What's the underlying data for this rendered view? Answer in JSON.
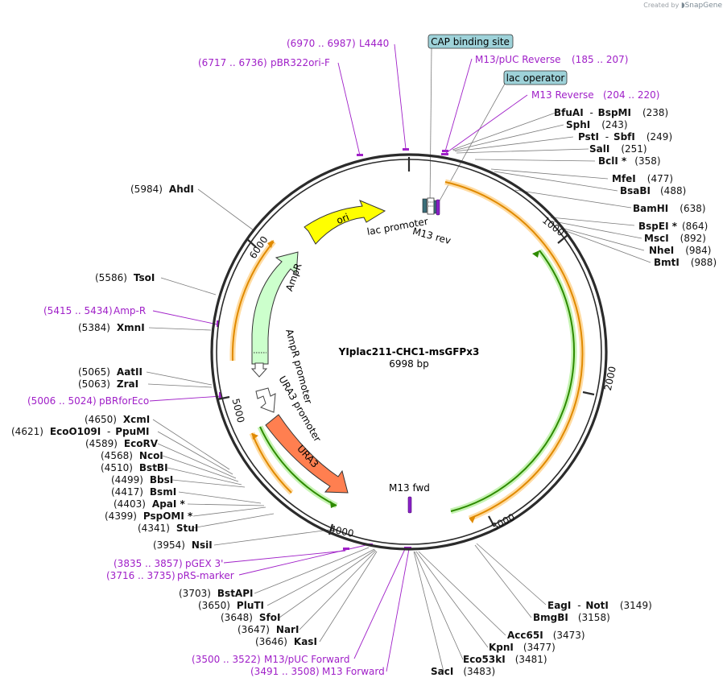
{
  "credit": {
    "prefix": "Created by",
    "brand": "SnapGene"
  },
  "plasmid": {
    "name": "YIplac211-CHC1-msGFPx3",
    "length": "6998 bp"
  },
  "ticks": [
    "1000",
    "2000",
    "3000",
    "4000",
    "5000",
    "6000"
  ],
  "features": {
    "ori": "ori",
    "ampr": "AmpR",
    "ura3": "URA3",
    "ampr_promoter": "AmpR promoter",
    "ura3_promoter": "URA3 promoter",
    "lac_promoter": "lac promoter",
    "m13_rev": "M13 rev",
    "m13_fwd": "M13 fwd"
  },
  "boxed_labels": {
    "cap": "CAP binding site",
    "lacop": "lac operator"
  },
  "primers": {
    "l4440": {
      "range": "(6970 .. 6987)",
      "name": "L4440"
    },
    "pbr322": {
      "range": "(6717 .. 6736)",
      "name": "pBR322ori-F"
    },
    "m13puc_rev": {
      "name": "M13/pUC Reverse",
      "range": "(185 .. 207)"
    },
    "m13_reverse": {
      "name": "M13 Reverse",
      "range": "(204 .. 220)"
    },
    "ampr": {
      "range": "(5415 .. 5434)",
      "name": "Amp-R"
    },
    "pbrforeco": {
      "range": "(5006 .. 5024)",
      "name": "pBRforEco"
    },
    "pgex3": {
      "range": "(3835 .. 3857)",
      "name": "pGEX 3'"
    },
    "prs": {
      "range": "(3716 .. 3735)",
      "name": "pRS-marker"
    },
    "m13puc_fwd": {
      "range": "(3500 .. 3522)",
      "name": "M13/pUC Forward"
    },
    "m13_forward": {
      "range": "(3491 .. 3508)",
      "name": "M13 Forward"
    }
  },
  "sites_right": [
    {
      "name": "BfuAI",
      "sep": "-",
      "name2": "BspMI",
      "pos": "(238)"
    },
    {
      "name": "SphI",
      "pos": "(243)"
    },
    {
      "name": "PstI",
      "sep": "-",
      "name2": "SbfI",
      "pos": "(249)"
    },
    {
      "name": "SalI",
      "pos": "(251)"
    },
    {
      "name": "BclI *",
      "pos": "(358)"
    },
    {
      "name": "MfeI",
      "pos": "(477)"
    },
    {
      "name": "BsaBI",
      "pos": "(488)"
    },
    {
      "name": "BamHI",
      "pos": "(638)"
    },
    {
      "name": "BspEI *",
      "pos": "(864)"
    },
    {
      "name": "MscI",
      "pos": "(892)"
    },
    {
      "name": "NheI",
      "pos": "(984)"
    },
    {
      "name": "BmtI",
      "pos": "(988)"
    }
  ],
  "sites_left_top": [
    {
      "pos": "(5984)",
      "name": "AhdI"
    },
    {
      "pos": "(5586)",
      "name": "TsoI"
    },
    {
      "pos": "(5384)",
      "name": "XmnI"
    },
    {
      "pos": "(5065)",
      "name": "AatII"
    },
    {
      "pos": "(5063)",
      "name": "ZraI"
    }
  ],
  "sites_left": [
    {
      "pos": "(4650)",
      "name": "XcmI"
    },
    {
      "pos": "(4621)",
      "name": "EcoO109I",
      "sep": "-",
      "name2": "PpuMI"
    },
    {
      "pos": "(4589)",
      "name": "EcoRV"
    },
    {
      "pos": "(4568)",
      "name": "NcoI"
    },
    {
      "pos": "(4510)",
      "name": "BstBI"
    },
    {
      "pos": "(4499)",
      "name": "BbsI"
    },
    {
      "pos": "(4417)",
      "name": "BsmI"
    },
    {
      "pos": "(4403)",
      "name": "ApaI *"
    },
    {
      "pos": "(4399)",
      "name": "PspOMI *"
    },
    {
      "pos": "(4341)",
      "name": "StuI"
    },
    {
      "pos": "(3954)",
      "name": "NsiI"
    }
  ],
  "sites_bottom_left": [
    {
      "pos": "(3703)",
      "name": "BstAPI"
    },
    {
      "pos": "(3650)",
      "name": "PluTI"
    },
    {
      "pos": "(3648)",
      "name": "SfoI"
    },
    {
      "pos": "(3647)",
      "name": "NarI"
    },
    {
      "pos": "(3646)",
      "name": "KasI"
    }
  ],
  "sites_bottom_right": [
    {
      "name": "EagI",
      "sep": "-",
      "name2": "NotI",
      "pos": "(3149)"
    },
    {
      "name": "BmgBI",
      "pos": "(3158)"
    },
    {
      "name": "Acc65I",
      "pos": "(3473)"
    },
    {
      "name": "KpnI",
      "pos": "(3477)"
    },
    {
      "name": "Eco53kI",
      "pos": "(3481)"
    },
    {
      "name": "SacI",
      "pos": "(3483)"
    }
  ],
  "colors": {
    "backbone": "#2b2b2b",
    "feature_purple": "#a020c8",
    "ori": "#ffff00",
    "ampr": "#ccffcc",
    "ura3": "#ff7f50",
    "orange_arc": "#e08a00",
    "green_arc": "#2e8b00",
    "boxed_fill": "#9ed2d9"
  }
}
